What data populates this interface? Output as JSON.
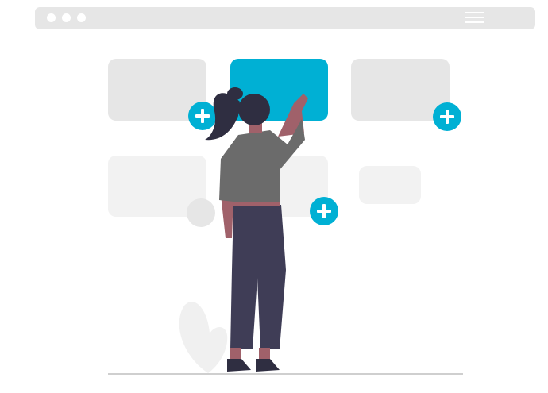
{
  "browser": {
    "dots": [
      "dot-1",
      "dot-2",
      "dot-3"
    ],
    "menu_icon": "hamburger-icon"
  },
  "cards": [
    {
      "id": "card-1",
      "state": "inactive"
    },
    {
      "id": "card-2",
      "state": "active"
    },
    {
      "id": "card-3",
      "state": "inactive"
    },
    {
      "id": "card-4",
      "state": "inactive"
    },
    {
      "id": "card-5",
      "state": "inactive"
    },
    {
      "id": "card-6",
      "state": "inactive"
    }
  ],
  "add_buttons": [
    "plus-icon",
    "plus-icon",
    "plus-icon"
  ],
  "colors": {
    "accent": "#00b0d4",
    "card": "#e6e6e6",
    "card_light": "#f2f2f2",
    "hair": "#2f2e41",
    "shirt": "#6b6b6b",
    "pants": "#3f3d56",
    "skin": "#a0616a"
  }
}
